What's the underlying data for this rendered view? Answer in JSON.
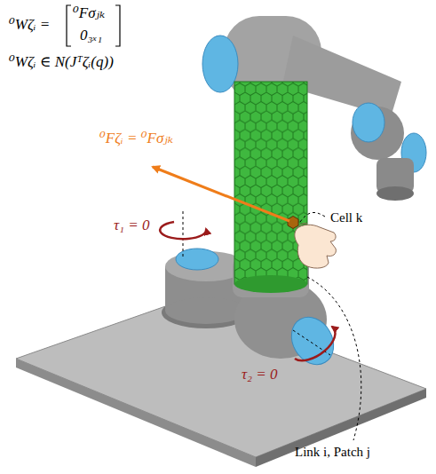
{
  "diagram": {
    "labels": [
      "⁰Wζᵢ =",
      "⁰Fσⱼₖ",
      "0₃ₓ₁",
      "⁰Wζᵢ ∈ N(Jᵀζᵢ(q))",
      "⁰Fζᵢ = ⁰Fσⱼₖ",
      "Cell k",
      "τ₁ = 0",
      "τ₂ = 0",
      "Link i, Patch j"
    ]
  }
}
